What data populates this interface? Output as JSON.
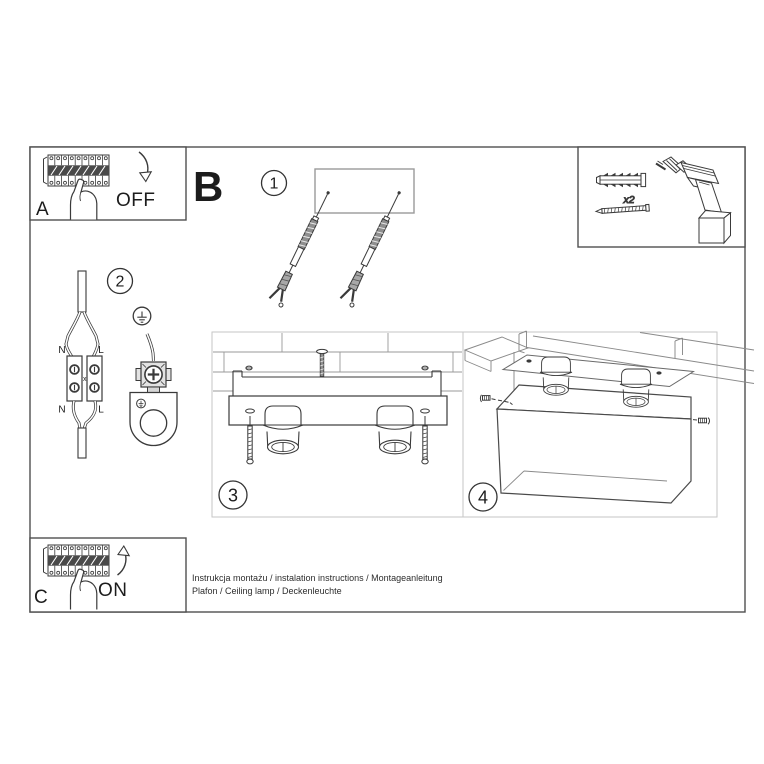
{
  "document": {
    "type": "installation-manual-page",
    "product": "ceiling lamp"
  },
  "sections": {
    "a": {
      "label": "A",
      "action": "OFF"
    },
    "b": {
      "label": "B"
    },
    "c": {
      "label": "C",
      "action": "ON"
    }
  },
  "steps": {
    "one": "1",
    "two": "2",
    "three": "3",
    "four": "4"
  },
  "wiring": {
    "n_top": "N",
    "l_top": "L",
    "n_bottom": "N",
    "l_bottom": "L",
    "cross_mark": "x"
  },
  "tools": {
    "anchor_qty": "x2"
  },
  "footer": {
    "line1": "Instrukcja montażu / instalation instructions / Montageanleitung",
    "line2": "Plafon / Ceiling lamp / Deckenleuchte"
  },
  "icons": [
    "circuit-breaker-icon",
    "hand-icon",
    "arrow-down-icon",
    "arrow-up-icon",
    "wall-plug-icon",
    "screw-icon",
    "drill-icon",
    "screw-anchor-icon",
    "ground-symbol-icon",
    "earth-terminal-icon",
    "terminal-block-icon",
    "ceiling-socket-icon",
    "lamp-shade-box-icon",
    "mounting-plate-icon"
  ],
  "colors": {
    "line": "#3a3a3a",
    "light_line": "#999999",
    "frame_border": "#4f4f4f",
    "step_border": "#c6c6c6",
    "dark_fill": "#4a4a4a",
    "background": "#ffffff"
  }
}
